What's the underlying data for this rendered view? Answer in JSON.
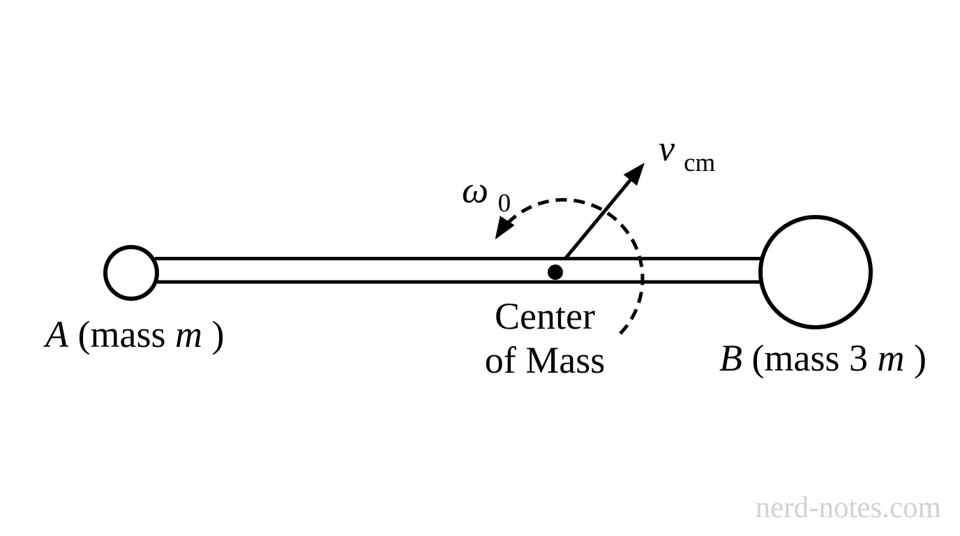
{
  "diagram": {
    "background": "#ffffff",
    "ink_color": "#000000",
    "watermark_color": "#d2d2d0",
    "labels": {
      "ball_a": {
        "variable": "A",
        "descriptor": " (mass ",
        "mass_symbol": "m",
        "close_paren": ")"
      },
      "ball_b": {
        "variable": "B",
        "descriptor": " (mass 3",
        "mass_symbol": "m",
        "close_paren": ")"
      },
      "center_of_mass": {
        "line1": "Center",
        "line2": "of Mass"
      },
      "velocity_vector": {
        "symbol": "v",
        "subscript": "cm"
      },
      "angular_velocity": {
        "symbol": "ω",
        "subscript": "0"
      }
    },
    "watermark": "nerd-notes.com"
  }
}
